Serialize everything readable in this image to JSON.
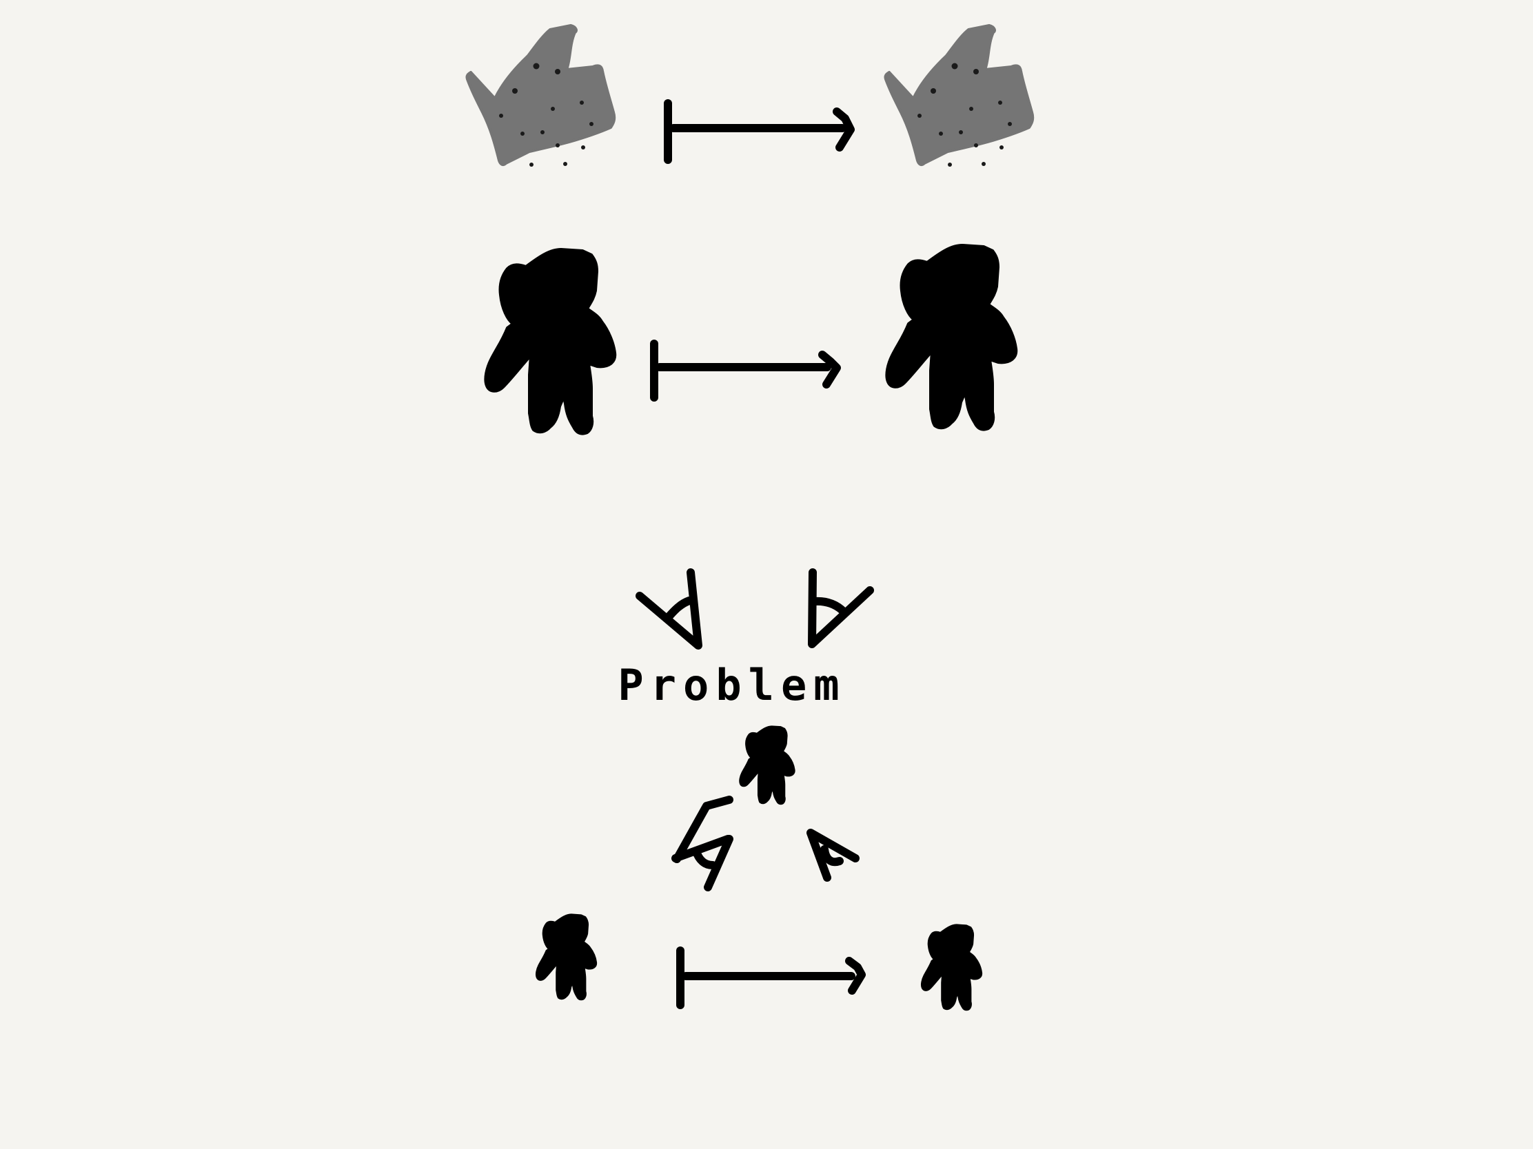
{
  "diagram": {
    "label": "Problem",
    "colors": {
      "background": "#f5f4f0",
      "ink": "#000000",
      "blob_fill": "#757575",
      "blob_dots": "#1a1a1a"
    },
    "rows": [
      {
        "name": "blob-row",
        "source": "textured-blob",
        "target": "textured-blob",
        "relation": "maps-to-arrow"
      },
      {
        "name": "large-figure-row",
        "source": "person-figure",
        "target": "person-figure",
        "relation": "maps-to-arrow"
      },
      {
        "name": "small-figure-row",
        "source": "person-figure",
        "target": "person-figure",
        "relation": "maps-to-arrow"
      }
    ]
  }
}
